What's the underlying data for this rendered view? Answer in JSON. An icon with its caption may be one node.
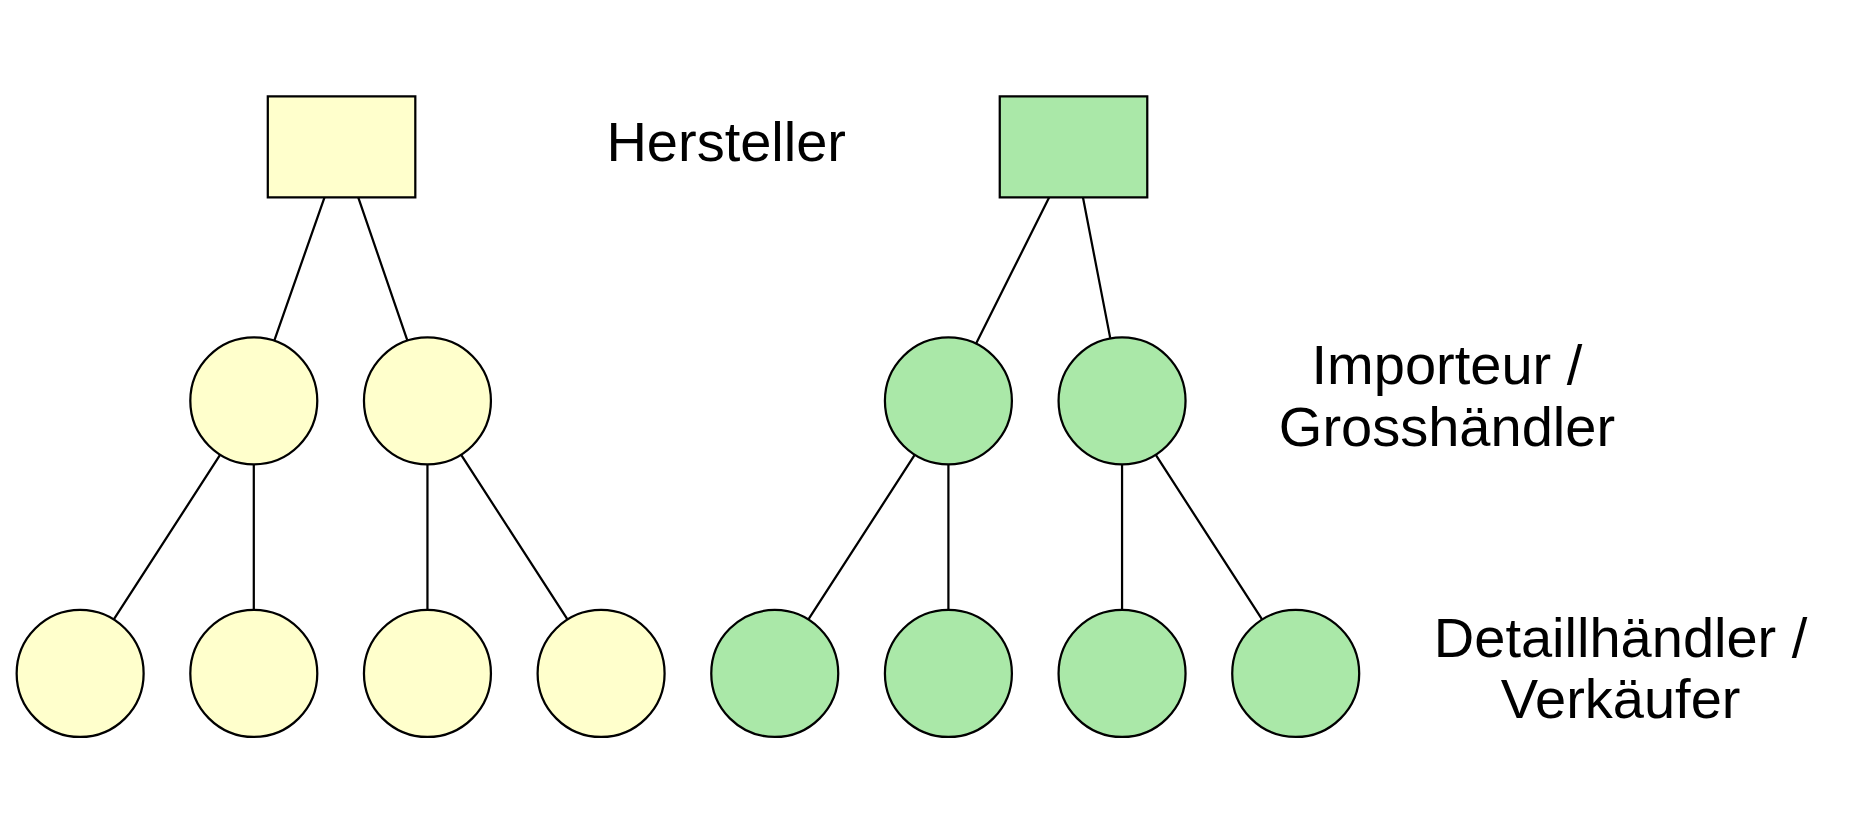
{
  "diagram": {
    "nodes": [
      {
        "text": [],
        "shape": "box"
      },
      {
        "text": [],
        "shape": "box"
      },
      {
        "text": [],
        "shape": "circle"
      },
      {
        "text": [],
        "shape": "circle"
      },
      {
        "text": [],
        "shape": "circle"
      },
      {
        "text": [],
        "shape": "circle"
      },
      {
        "text": [],
        "shape": "circle"
      },
      {
        "text": [],
        "shape": "circle"
      },
      {
        "text": [],
        "shape": "circle"
      },
      {
        "text": [],
        "shape": "circle"
      },
      {
        "text": [],
        "shape": "circle"
      },
      {
        "text": [],
        "shape": "circle"
      },
      {
        "text": [],
        "shape": "circle"
      },
      {
        "text": [],
        "shape": "circle"
      }
    ],
    "edges": [
      {
        "from": 0,
        "to": 2,
        "arrow": "none"
      },
      {
        "from": 0,
        "to": 3,
        "arrow": "none"
      },
      {
        "from": 1,
        "to": 4,
        "arrow": "none"
      },
      {
        "from": 1,
        "to": 5,
        "arrow": "none"
      },
      {
        "from": 2,
        "to": 6,
        "arrow": "none"
      },
      {
        "from": 2,
        "to": 7,
        "arrow": "none"
      },
      {
        "from": 3,
        "to": 8,
        "arrow": "none"
      },
      {
        "from": 3,
        "to": 9,
        "arrow": "none"
      },
      {
        "from": 4,
        "to": 10,
        "arrow": "none"
      },
      {
        "from": 4,
        "to": 11,
        "arrow": "none"
      },
      {
        "from": 5,
        "to": 12,
        "arrow": "none"
      },
      {
        "from": 5,
        "to": 13,
        "arrow": "none"
      }
    ],
    "labels": [
      "Hersteller",
      "Importeur / Grosshändler",
      "Detaillhändler / Verkäufer"
    ]
  }
}
